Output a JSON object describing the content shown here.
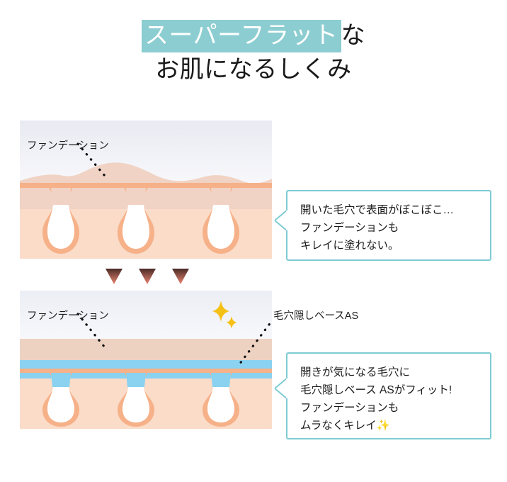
{
  "title": {
    "line1_highlight": "スーパーフラット",
    "line1_rest": "な",
    "line2": "お肌になるしくみ",
    "highlight_color": "#8ccdd1"
  },
  "diagram_top": {
    "label_foundation": "ファンデーション",
    "skin_color": "#fadcc8",
    "pore_outline_color": "#f6b189",
    "foundation_color": "#f0d3c4",
    "pore_count": 3,
    "surface": "bumpy"
  },
  "diagram_bottom": {
    "label_foundation": "ファンデーション",
    "label_base": "毛穴隠しベースAS",
    "skin_color": "#fadcc8",
    "pore_outline_color": "#f6b189",
    "foundation_color": "#edd2c2",
    "base_color": "#8ad2f0",
    "pore_count": 3,
    "surface": "flat"
  },
  "arrows": {
    "count": 3,
    "color_top": "#4a2b26",
    "color_bottom": "#e8806e"
  },
  "sparkles": {
    "color": "#f5c015",
    "count": 2
  },
  "callout_1": {
    "border_color": "#7ecbd3",
    "lines": [
      "開いた毛穴で表面がぼこぼこ…",
      "ファンデーションも",
      "キレイに塗れない。"
    ]
  },
  "callout_2": {
    "border_color": "#7ecbd3",
    "lines": [
      "開きが気になる毛穴に",
      "毛穴隠しベース ASがフィット!",
      "ファンデーションも",
      "ムラなくキレイ✨"
    ]
  }
}
